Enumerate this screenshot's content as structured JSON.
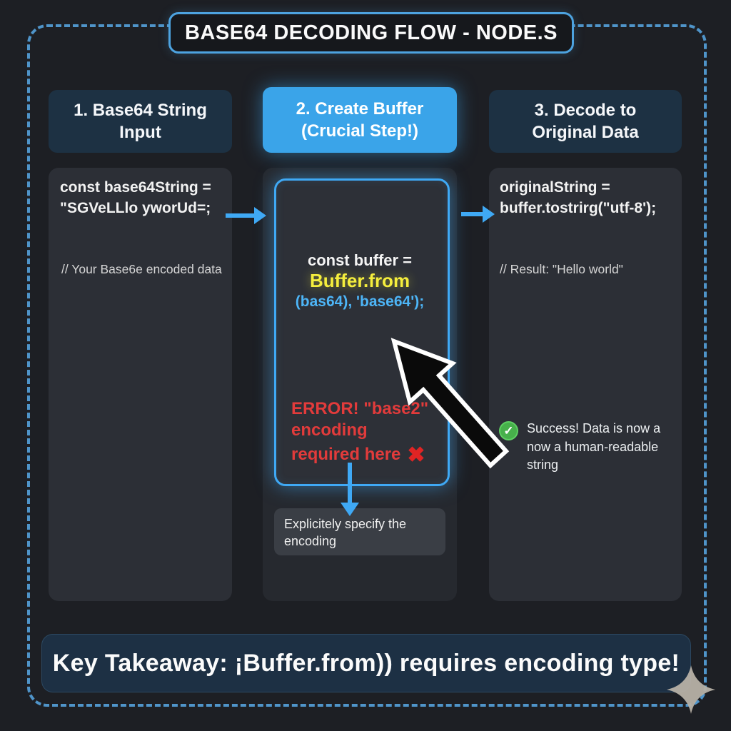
{
  "title": "BASE64 DECODING FLOW - NODE.S",
  "columns": [
    {
      "header": "1. Base64 String Input",
      "code_line1": "const base64String =",
      "code_line2": "\"SGVeLLlo yworUd=;",
      "comment": "// Your Base6e encoded data"
    },
    {
      "header": "2. Create Buffer (Crucial Step!)",
      "code_line1": "const buffer =",
      "code_line2": "Buffer.from",
      "code_line3": "(bas64), 'base64');",
      "error_line1": "ERROR! \"base2\"",
      "error_line2": "encoding",
      "error_line3": "required here",
      "note": "Explicitely specify the encoding"
    },
    {
      "header": "3. Decode to Original Data",
      "code_line1": "originalString =",
      "code_line2": "buffer.tostrirg(\"utf-8');",
      "comment": "// Result: \"Hello world\"",
      "success": "Success! Data is now a now a human-readable string"
    }
  ],
  "takeaway": "Key Takeaway: ¡Buffer.from)) requires encoding type!",
  "icons": {
    "error_cross": "✖",
    "success_check": "✓"
  },
  "colors": {
    "accent_blue": "#3fa9f5",
    "header_highlight": "#3aa4e9",
    "header_dark": "#1d3143",
    "panel_gray": "#2c2f36",
    "error_red": "#e23b3b",
    "code_yellow": "#f5ee3d",
    "code_blue": "#4db5f7",
    "success_green": "#47b04b",
    "dashed_border": "#4f94c9"
  }
}
